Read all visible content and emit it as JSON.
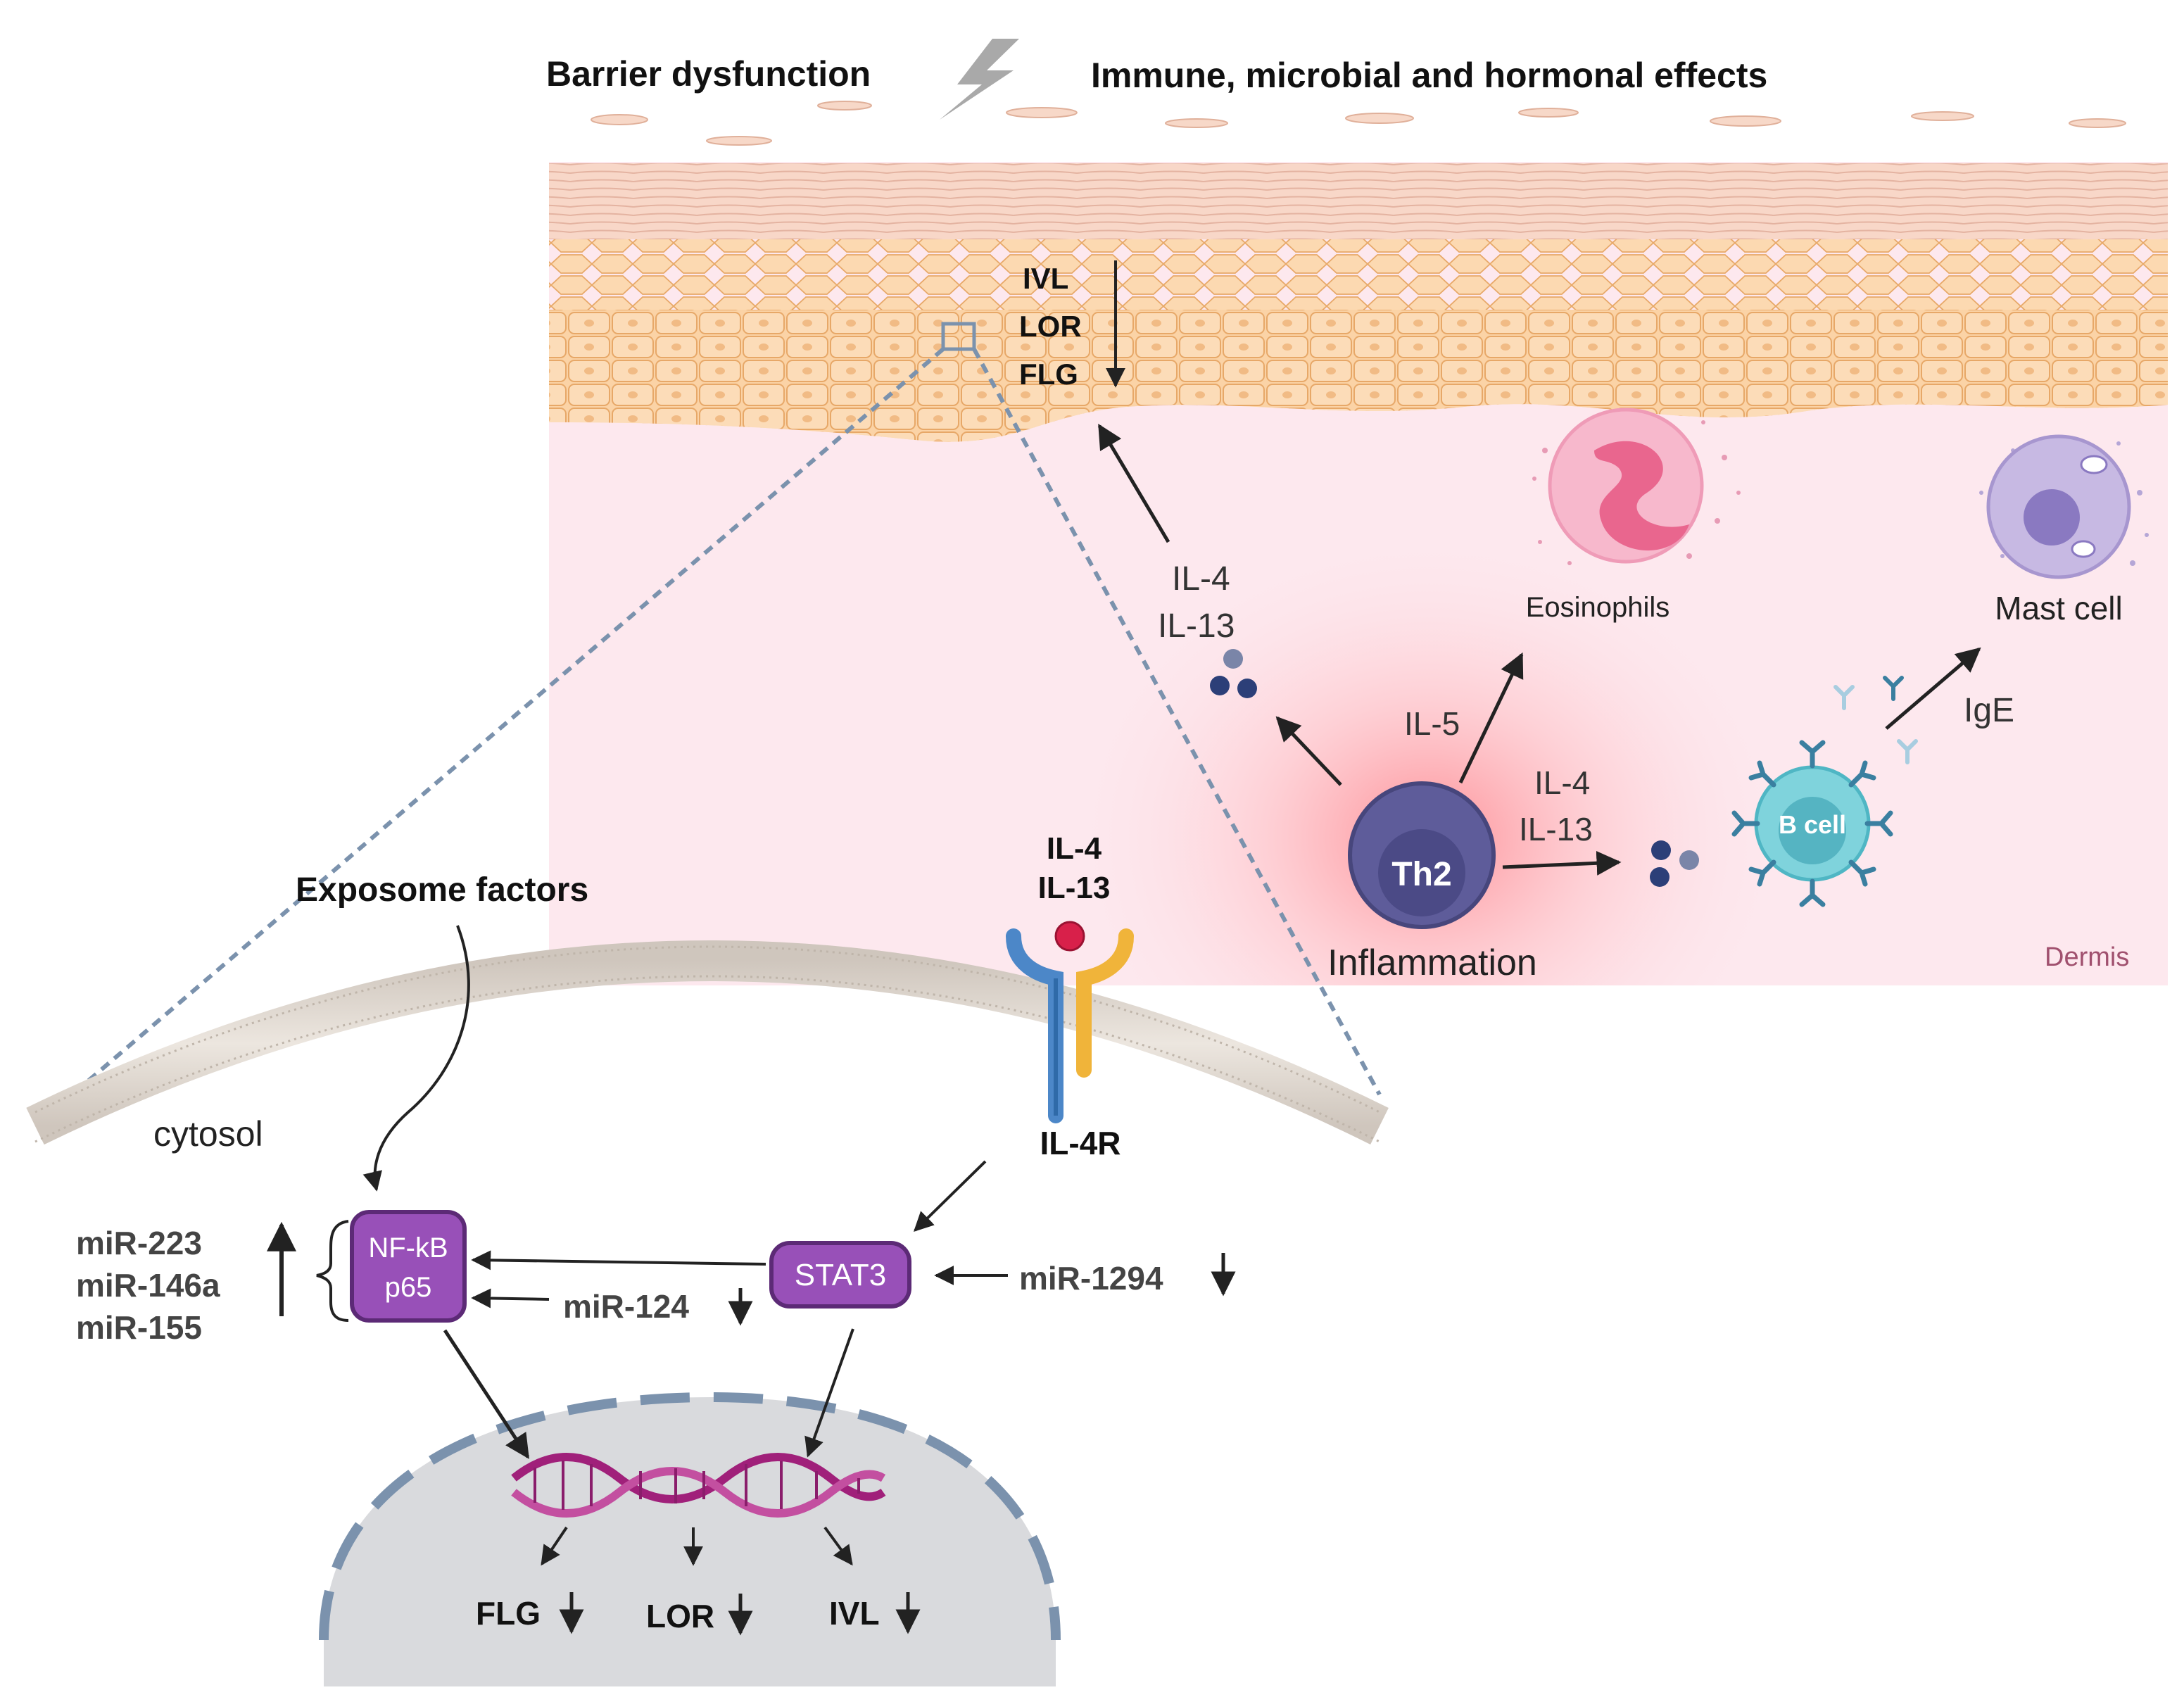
{
  "header": {
    "barrier": "Barrier dysfunction",
    "effects": "Immune, microbial and  hormonal effects"
  },
  "epidermis": {
    "markers": [
      "IVL",
      "LOR",
      "FLG"
    ]
  },
  "dermis": {
    "label": "Dermis",
    "il4": "IL-4",
    "il13": "IL-13",
    "il5": "IL-5",
    "th2": "Th2",
    "inflammation": "Inflammation",
    "eosinophils": "Eosinophils",
    "bcell": "B cell",
    "ige": "IgE",
    "mastcell": "Mast cell"
  },
  "cell": {
    "exposome": "Exposome factors",
    "cytosol": "cytosol",
    "receptor_ligand": [
      "IL-4",
      "IL-13"
    ],
    "receptor": "IL-4R",
    "nfkb": [
      "NF-kB",
      "p65"
    ],
    "stat3": "STAT3",
    "mirs_up": [
      "miR-223",
      "miR-146a",
      "miR-155"
    ],
    "mir124": "miR-124",
    "mir1294": "miR-1294",
    "nucleus_genes": [
      "FLG",
      "LOR",
      "IVL"
    ]
  },
  "colors": {
    "skin_fill": "#fbd3a6",
    "skin_line": "#e7a868",
    "dermis": "#fde8ee",
    "inflam": "#ff8a8a",
    "th2": "#5e5c9a",
    "purple_box": "#9850b8",
    "dna": "#a0207a",
    "nucleus": "#d9dadd",
    "nuc_border": "#7b92ad",
    "bcell": "#7fd3dc",
    "dermis_label": "#a0506e"
  }
}
